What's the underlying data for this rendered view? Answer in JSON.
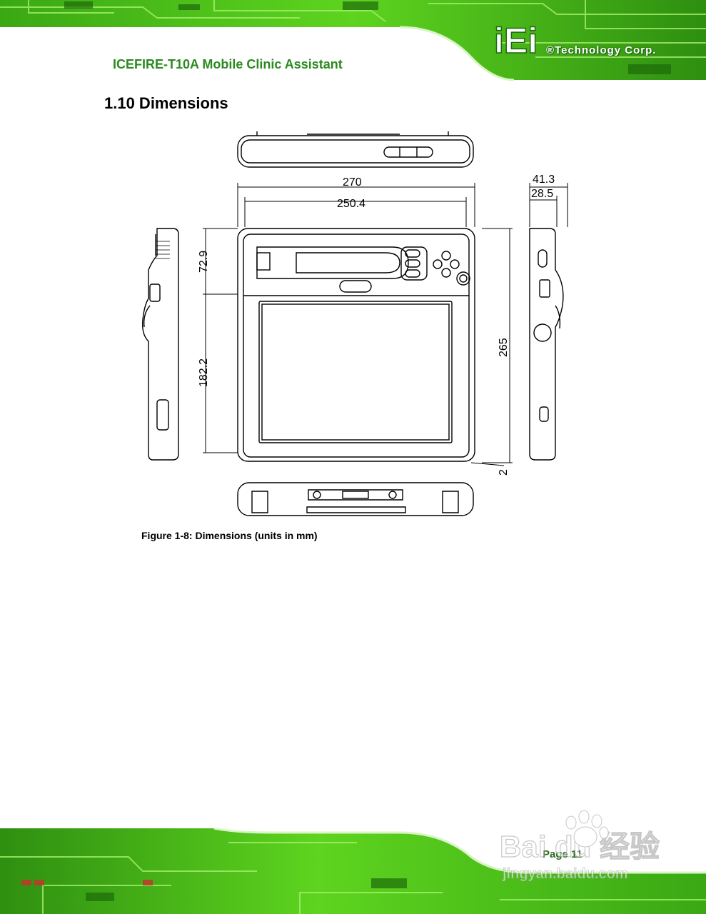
{
  "header": {
    "doc_title": "ICEFIRE-T10A Mobile Clinic Assistant",
    "brand_logo_text": "iEi",
    "brand_name": "®Technology Corp."
  },
  "section": {
    "heading": "1.10 Dimensions"
  },
  "figure": {
    "dimensions": {
      "overall_width": "270",
      "inner_width": "250.4",
      "overall_depth": "41.3",
      "inner_depth": "28.5",
      "top_section_height": "72.9",
      "screen_section_height": "182.2",
      "overall_height": "265",
      "bottom_offset": "2"
    },
    "caption": "Figure 1-8: Dimensions (units in mm)"
  },
  "footer": {
    "page_number": "Page 11",
    "watermark_text": "Bai du 经验",
    "watermark_url": "jingyan.baidu.com"
  },
  "colors": {
    "brand_green": "#2a8a1e",
    "pcb_green": "#4fc21a"
  }
}
